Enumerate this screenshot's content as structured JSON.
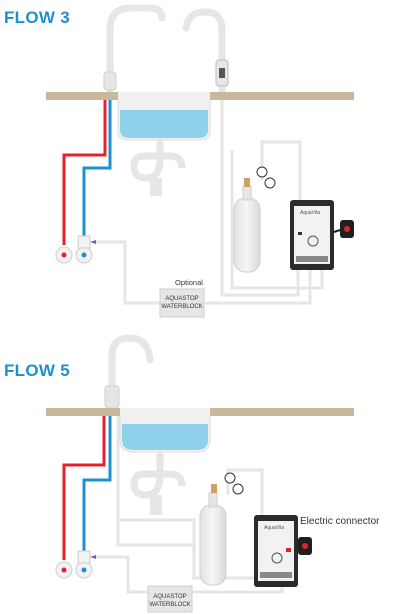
{
  "flows": [
    {
      "title": "FLOW 3",
      "optional_label": "Optional",
      "aquastop_line1": "AQUASTOP",
      "aquastop_line2": "WATERBLOCK",
      "unit_brand": "AquaVita"
    },
    {
      "title": "FLOW 5",
      "connector_label": "Electric connector",
      "aquastop_line1": "AQUASTOP",
      "aquastop_line2": "WATERBLOCK",
      "unit_brand": "AquaVita"
    }
  ],
  "colors": {
    "title": "#1e8fd0",
    "counter": "#c9b89c",
    "hot_pipe": "#e0242b",
    "cold_pipe": "#1e8fd0",
    "water": "#8fd0ea",
    "fixture": "#e8e8e8",
    "unit": "#2b2b2b"
  }
}
